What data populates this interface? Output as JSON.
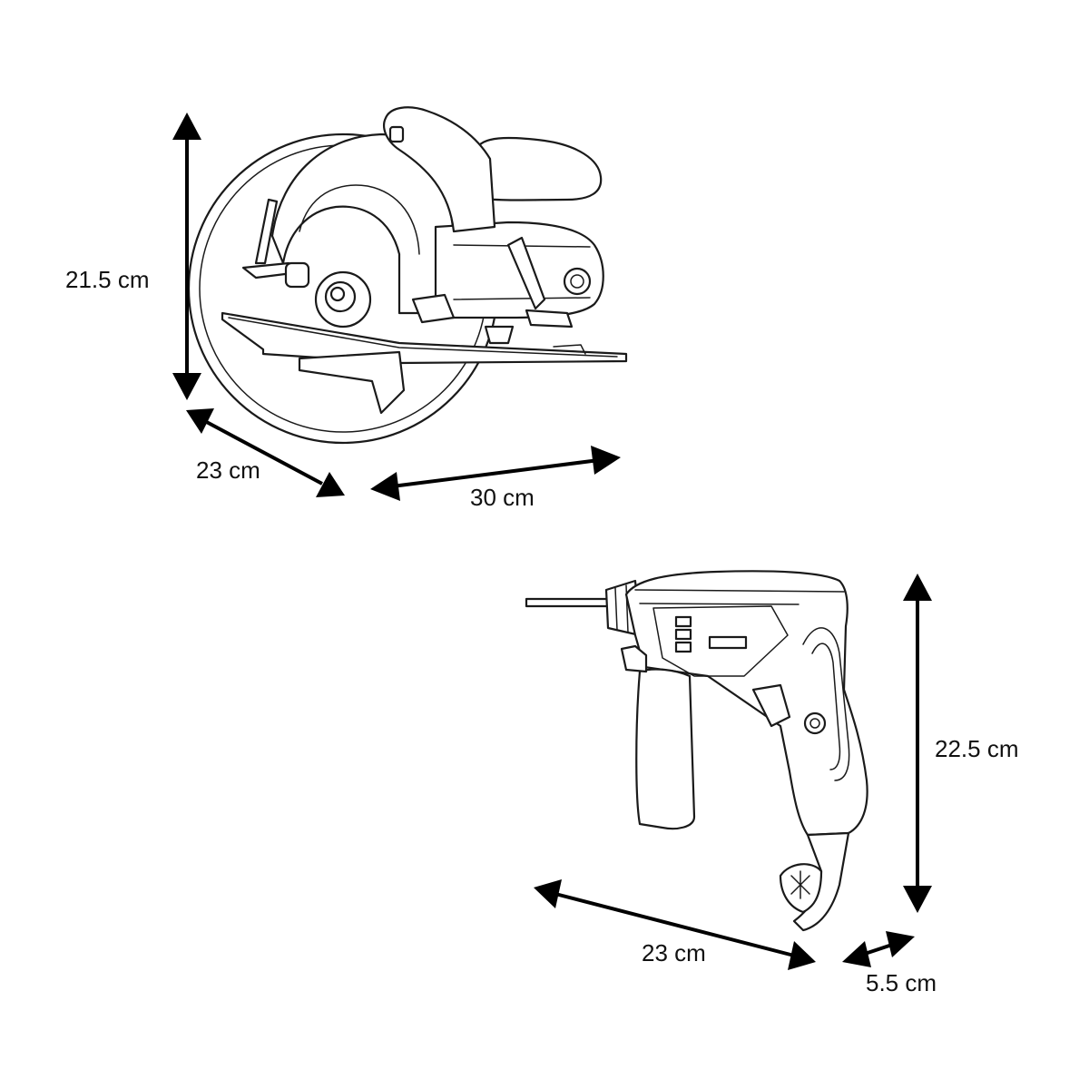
{
  "circular_saw": {
    "height_label": "21.5 cm",
    "depth_label": "23 cm",
    "length_label": "30 cm"
  },
  "drill": {
    "height_label": "22.5 cm",
    "length_label": "23 cm",
    "width_label": "5.5 cm"
  }
}
